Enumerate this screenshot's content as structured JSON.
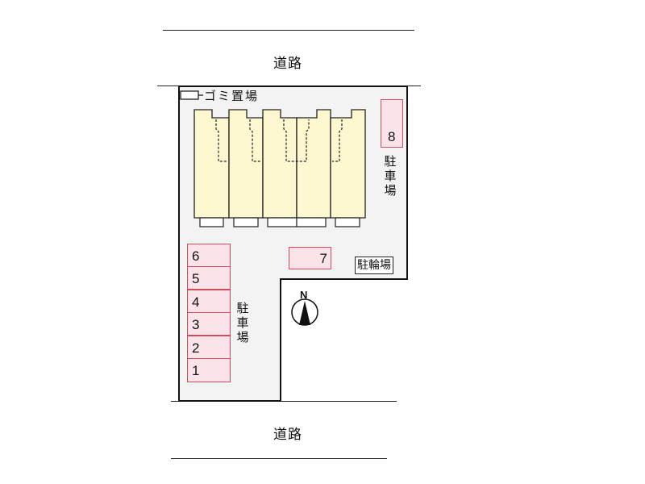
{
  "roads": {
    "top_label": "道路",
    "bottom_label": "道路"
  },
  "garbage": {
    "label": "ゴミ置場"
  },
  "building": {
    "units": 5,
    "fill_color": "#fdf8cf"
  },
  "parking": {
    "label_right": [
      "駐",
      "車",
      "場"
    ],
    "label_left": [
      "駐",
      "車",
      "場"
    ],
    "slot_color": "#fbe3ea",
    "slot_border": "#d24b5a",
    "slots": [
      {
        "number": "8"
      },
      {
        "number": "7"
      },
      {
        "number": "6"
      },
      {
        "number": "5"
      },
      {
        "number": "4"
      },
      {
        "number": "3"
      },
      {
        "number": "2"
      },
      {
        "number": "1"
      }
    ]
  },
  "bicycle_parking": {
    "label": "駐輪場"
  },
  "compass": {
    "label": "N"
  }
}
